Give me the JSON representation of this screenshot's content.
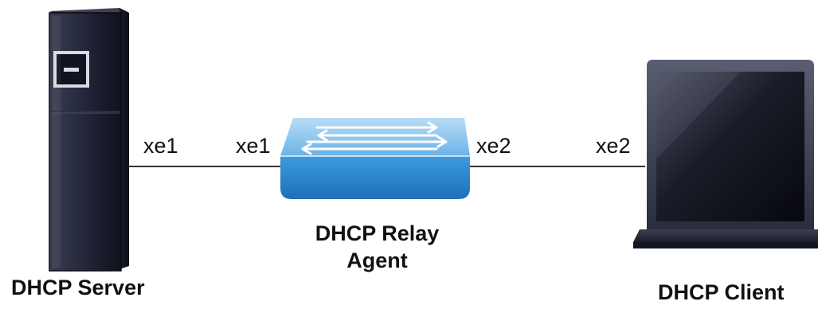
{
  "diagram": {
    "server": {
      "label": "DHCP Server",
      "icon": "server-tower-icon",
      "port": "xe1"
    },
    "relay": {
      "label_line1": "DHCP Relay",
      "label_line2": "Agent",
      "icon": "network-switch-icon",
      "port_left": "xe1",
      "port_right": "xe2"
    },
    "client": {
      "label": "DHCP Client",
      "icon": "laptop-icon",
      "port": "xe2"
    },
    "colors": {
      "line": "#333333",
      "switch_top": "#8ec6ef",
      "switch_body": "#2f8fd6",
      "device_dark": "#1c1f2b"
    }
  }
}
